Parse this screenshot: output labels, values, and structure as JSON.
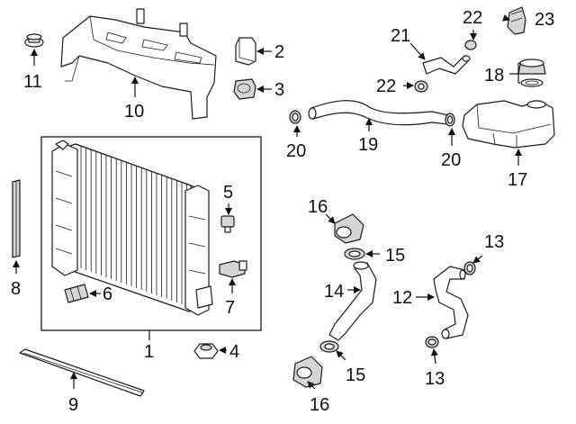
{
  "callouts": {
    "c1": "1",
    "c2": "2",
    "c3": "3",
    "c4": "4",
    "c5": "5",
    "c6": "6",
    "c7": "7",
    "c8": "8",
    "c9": "9",
    "c10": "10",
    "c11": "11",
    "c12": "12",
    "c13a": "13",
    "c13b": "13",
    "c14": "14",
    "c15a": "15",
    "c15b": "15",
    "c16a": "16",
    "c16b": "16",
    "c17": "17",
    "c18": "18",
    "c19": "19",
    "c20a": "20",
    "c20b": "20",
    "c21": "21",
    "c22a": "22",
    "c22b": "22",
    "c23": "23"
  }
}
